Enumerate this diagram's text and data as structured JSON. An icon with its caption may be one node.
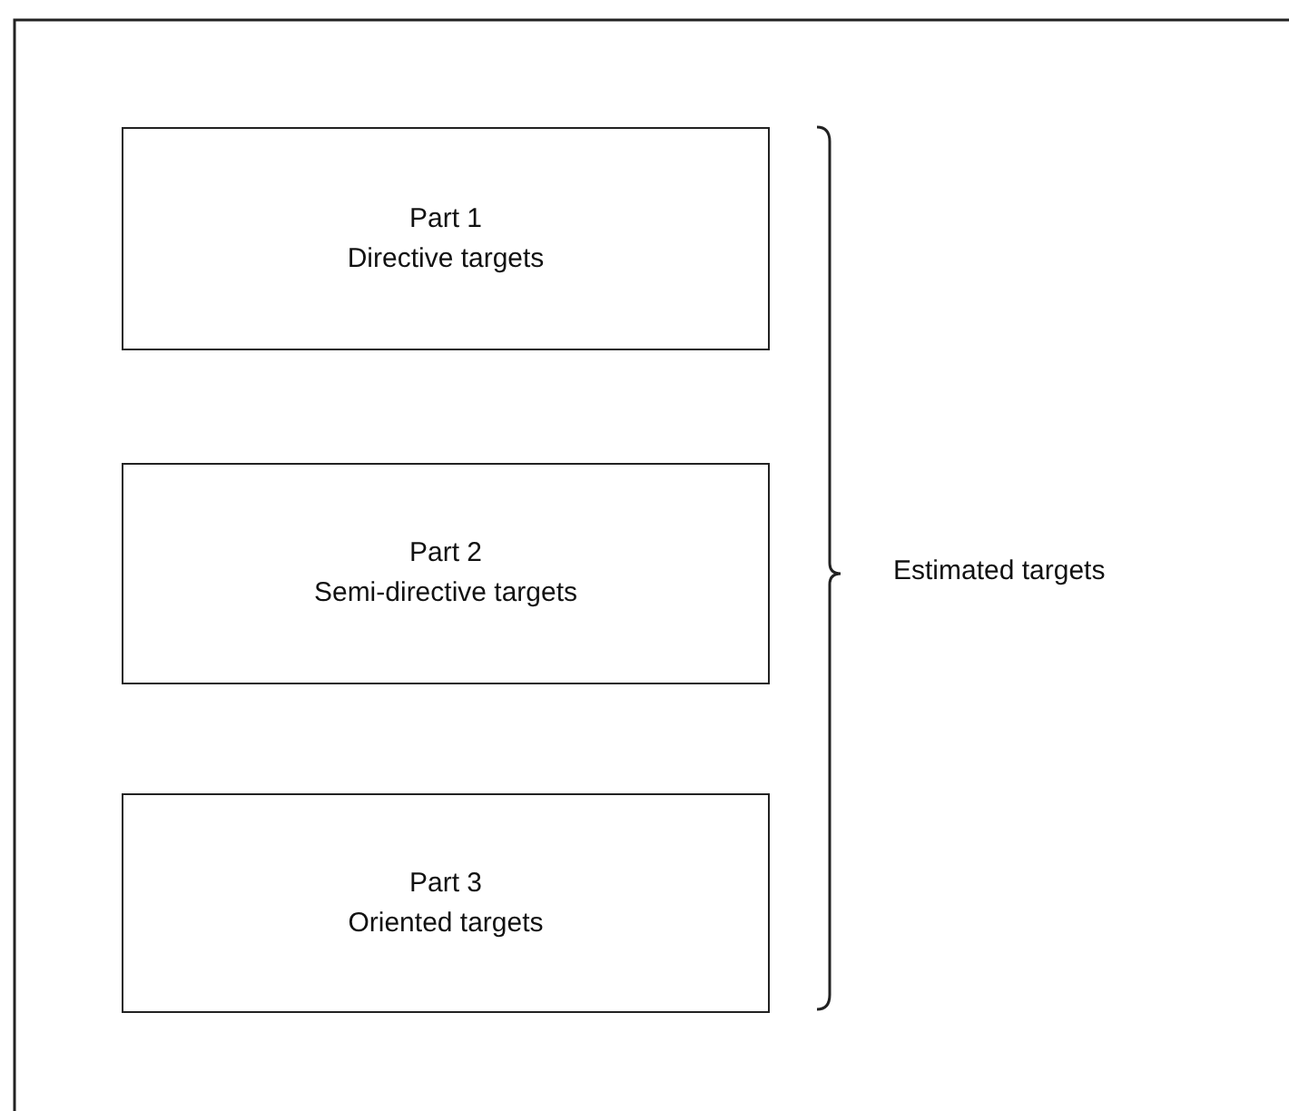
{
  "diagram": {
    "nodes": [
      {
        "text": [
          "Part 1",
          "Directive targets"
        ]
      },
      {
        "text": [
          "Part 2",
          "Semi-directive targets"
        ]
      },
      {
        "text": [
          "Part 3",
          "Oriented targets"
        ]
      }
    ],
    "labels": [
      "Estimated targets"
    ]
  }
}
